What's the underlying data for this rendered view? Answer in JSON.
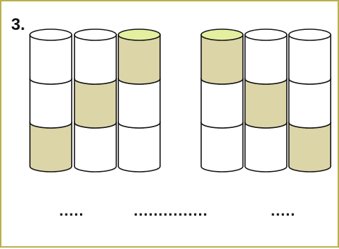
{
  "exercise": {
    "number": "3.",
    "shade_color": "#dcd5a8",
    "top_highlight_color": "#e4f0a0",
    "left_group": {
      "columns": [
        {
          "shaded_level": 1
        },
        {
          "shaded_level": 2
        },
        {
          "shaded_level": 3
        }
      ]
    },
    "right_group": {
      "columns": [
        {
          "shaded_level": 3
        },
        {
          "shaded_level": 2
        },
        {
          "shaded_level": 1
        }
      ]
    },
    "blanks": [
      ".....",
      "...............",
      "....."
    ]
  }
}
